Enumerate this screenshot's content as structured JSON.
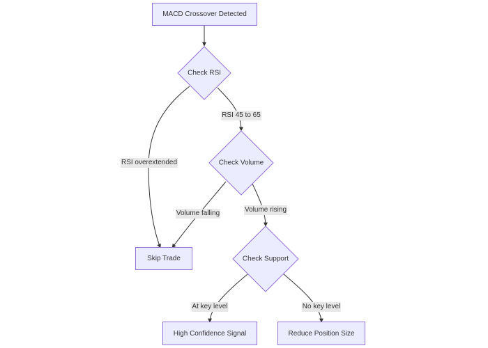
{
  "nodes": {
    "start": "MACD Crossover Detected",
    "rsi": "Check RSI",
    "volume": "Check Volume",
    "skip": "Skip Trade",
    "support": "Check Support",
    "high": "High Confidence Signal",
    "reduce": "Reduce Position Size"
  },
  "edges": {
    "rsi_ok": "RSI 45 to 65",
    "rsi_over": "RSI overextended",
    "vol_falling": "Volume falling",
    "vol_rising": "Volume rising",
    "at_key": "At key level",
    "no_key": "No key level"
  },
  "colors": {
    "node_fill": "#ececff",
    "node_stroke": "#9370db",
    "edge": "#333333",
    "label_bg": "#e8e8e8"
  }
}
